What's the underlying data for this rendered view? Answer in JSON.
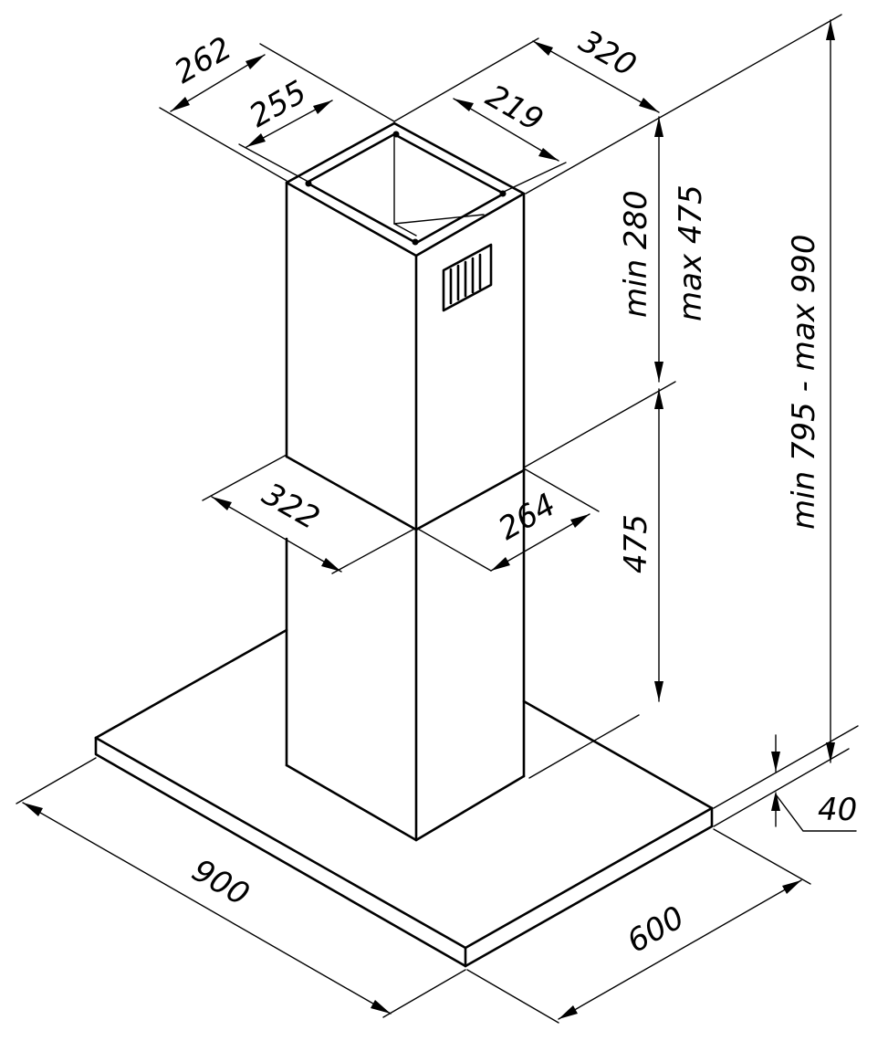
{
  "colors": {
    "ink": "#000000",
    "paper": "#ffffff"
  },
  "dimensions": {
    "top_outer_width": "262",
    "top_inner_width": "255",
    "top_inner_depth": "219",
    "top_outer_depth": "320",
    "mid_width": "322",
    "mid_depth": "264",
    "upper_chimney_height": "min 280",
    "upper_chimney_height_max": "max 475",
    "lower_chimney_height": "475",
    "total_height": "min 795 - max 990",
    "canopy_thickness": "40",
    "canopy_width": "900",
    "canopy_depth": "600"
  }
}
